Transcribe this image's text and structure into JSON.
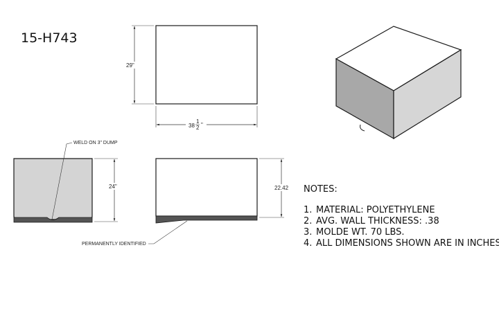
{
  "part_number": "15-H743",
  "dimensions": {
    "height_top_view": "29\"",
    "width_whole": "38",
    "width_num": "1",
    "width_den": "2",
    "width_inch": "\"",
    "height_side": "24\"",
    "height_front": "22.42"
  },
  "callouts": {
    "weld": "WELD ON 3\" DUMP",
    "identified": "PERMANENTLY IDENTIFIED"
  },
  "notes": {
    "heading": "NOTES:",
    "items": [
      {
        "num": "1.",
        "text": "MATERIAL: POLYETHYLENE"
      },
      {
        "num": "2.",
        "text": "AVG. WALL THICKNESS: .38"
      },
      {
        "num": "3.",
        "text": "MOLDE WT. 70 LBS."
      },
      {
        "num": "4.",
        "text": "ALL DIMENSIONS SHOWN ARE IN INCHES"
      }
    ]
  },
  "colors": {
    "outline": "#1a1a1a",
    "side_fill": "#d4d4d4",
    "iso_top": "#ffffff",
    "iso_left": "#a8a8a8",
    "iso_right": "#d6d6d6"
  }
}
